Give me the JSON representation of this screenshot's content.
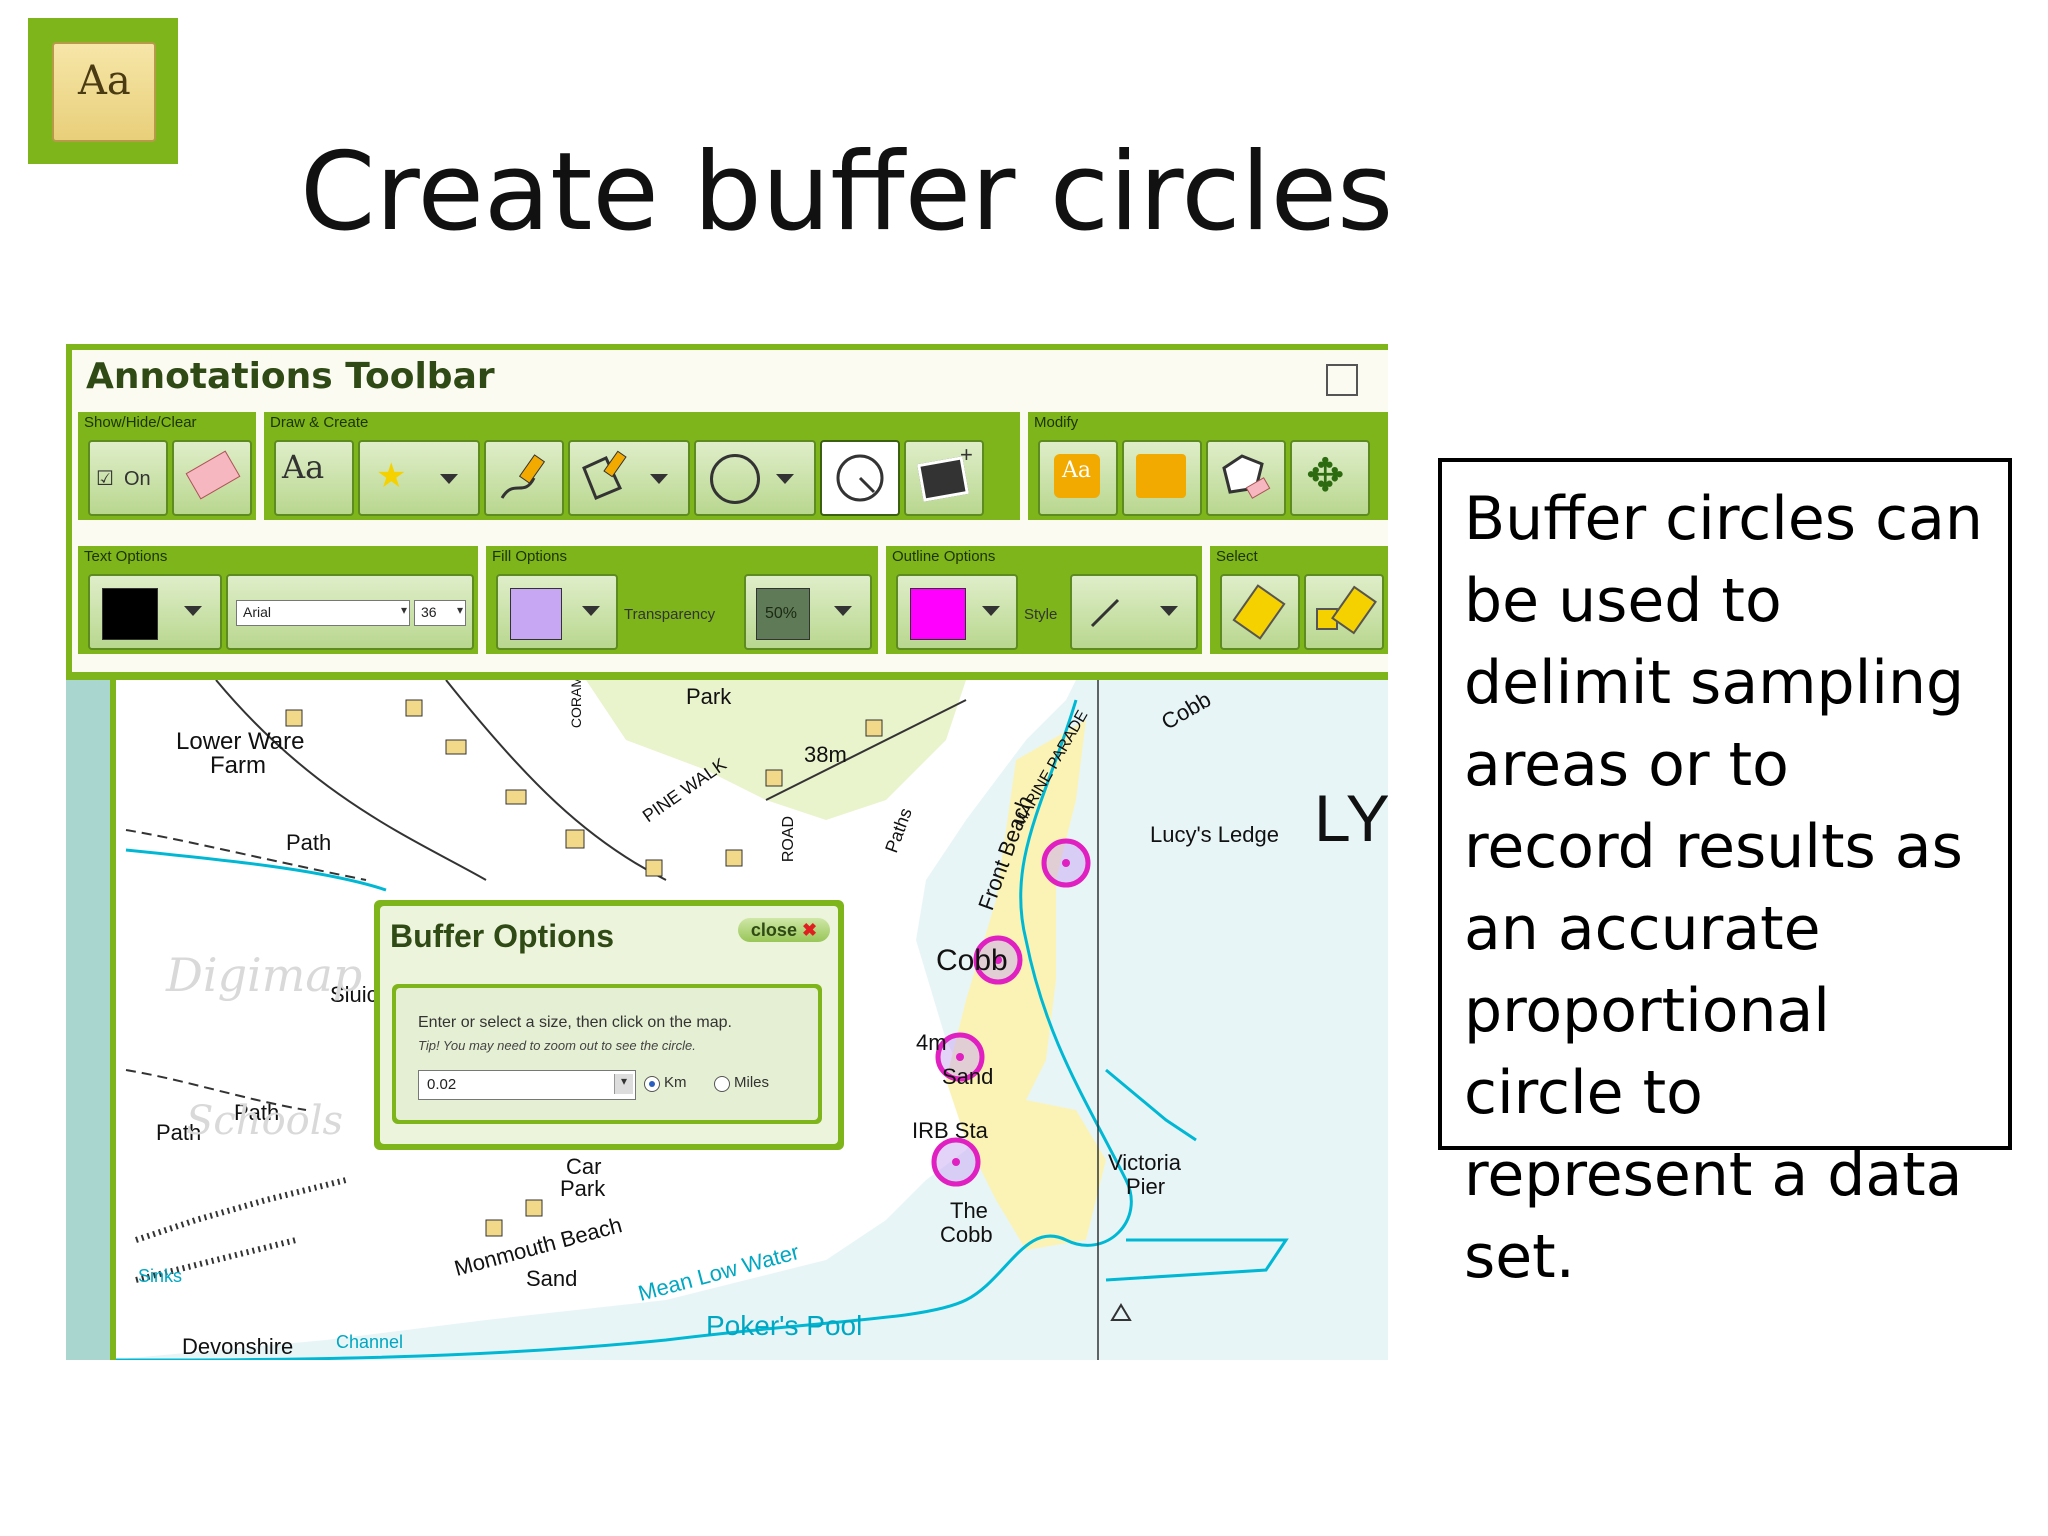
{
  "slide": {
    "title": "Create buffer circles",
    "icon": "text-note-icon",
    "icon_text": "Aa",
    "side_text": "Buffer circles can be used to delimit sampling areas or to record results as an accurate proportional circle to represent a data set."
  },
  "toolbar": {
    "title": "Annotations Toolbar",
    "groups": {
      "show_hide": {
        "label": "Show/Hide/Clear",
        "on_label": "On"
      },
      "draw_create": {
        "label": "Draw & Create",
        "text_tool_label": "Aa"
      },
      "modify": {
        "label": "Modify",
        "text_tool_label": "Aa"
      },
      "text_options": {
        "label": "Text Options",
        "font": "Arial",
        "size": "36",
        "color": "#000000"
      },
      "fill_options": {
        "label": "Fill Options",
        "transparency_label": "Transparency",
        "transparency_value": "50%",
        "color": "#c7a7f4"
      },
      "outline_options": {
        "label": "Outline Options",
        "style_label": "Style",
        "color": "#ff00ff"
      },
      "select": {
        "label": "Select"
      }
    }
  },
  "buffer_dialog": {
    "title": "Buffer Options",
    "close_label": "close",
    "instruction": "Enter or select a size, then click on the map.",
    "tip": "Tip! You may need to zoom out to see the circle.",
    "size_value": "0.02",
    "unit_km": "Km",
    "unit_miles": "Miles",
    "selected_unit": "Km"
  },
  "map": {
    "labels": {
      "lower_ware": "Lower Ware",
      "farm": "Farm",
      "path1": "Path",
      "path2": "Path",
      "path3": "Path",
      "park": "Park",
      "coram": "CORAM",
      "pine_walk": "PINE WALK",
      "road": "ROAD",
      "elevation": "38m",
      "paths": "Paths",
      "marine_parade": "MARINE PARADE",
      "front_beach": "Front Beach",
      "cobb_top": "Cobb",
      "lucys_ledge": "Lucy's Ledge",
      "ly": "LY",
      "cobb_mid": "Cobb",
      "sluice": "Sluic",
      "four_m": "4m",
      "sand": "Sand",
      "irb_sta": "IRB Sta",
      "victoria_pier": "Victoria",
      "pier": "Pier",
      "car": "Car",
      "car_park": "Park",
      "monmouth_beach": "Monmouth Beach",
      "monmouth_sand": "Sand",
      "the": "The",
      "cobb_bottom": "Cobb",
      "mean_low_water": "Mean Low Water",
      "pokers_pool": "Poker's Pool",
      "sinks": "Sinks",
      "devonshire": "Devonshire",
      "channel": "Channel",
      "watermark1": "Digimap",
      "watermark2": "Schools"
    },
    "buffer_color": "#e020c0"
  }
}
